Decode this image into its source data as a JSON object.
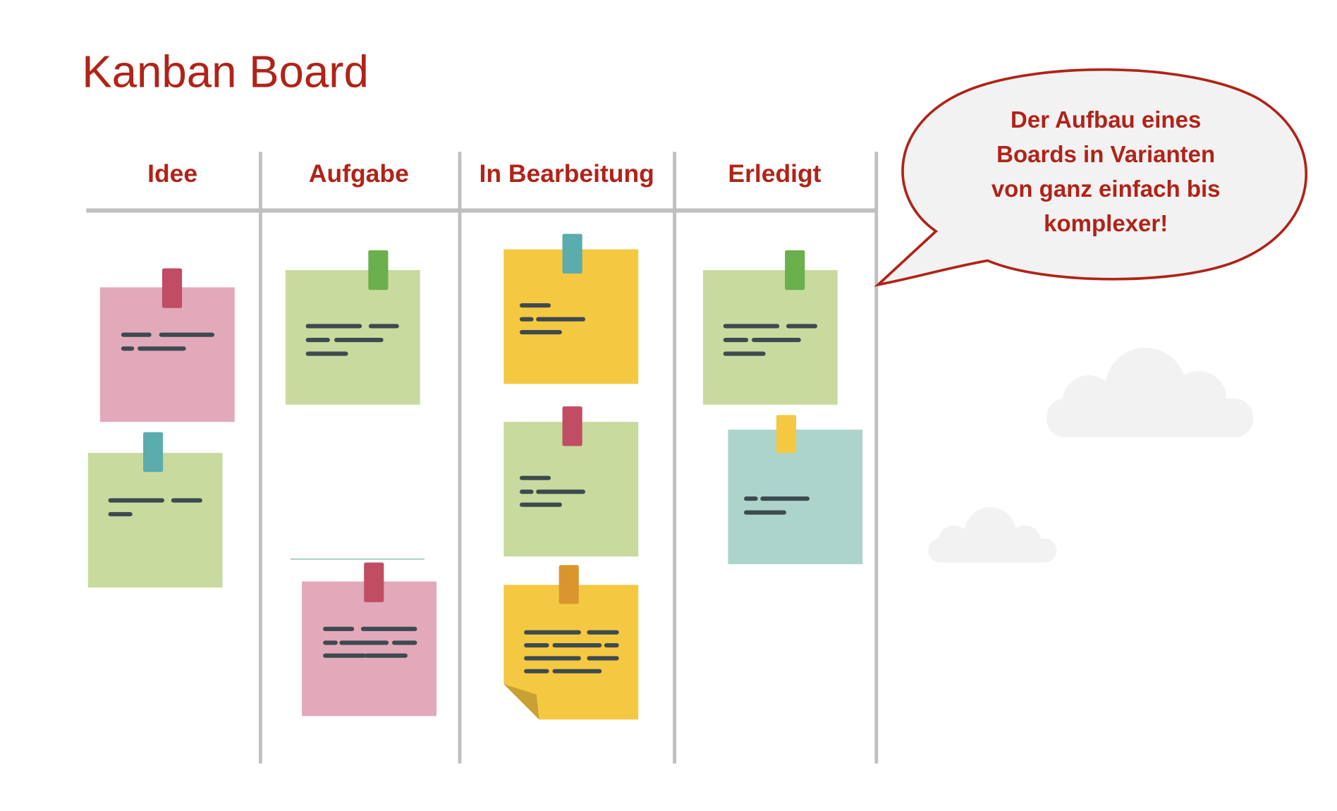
{
  "title": "Kanban Board",
  "columns": [
    {
      "label": "Idee"
    },
    {
      "label": "Aufgabe"
    },
    {
      "label": "In Bearbeitung"
    },
    {
      "label": "Erledigt"
    }
  ],
  "speech_bubble": {
    "lines": [
      "Der Aufbau eines",
      "Boards in Varianten",
      "von ganz einfach bis",
      "komplexer!"
    ]
  },
  "colors": {
    "accent": "#b02318",
    "note_pink": "#e2a9ba",
    "note_green": "#c8da9e",
    "note_yellow": "#f5c842",
    "note_teal": "#acd4ca",
    "grid": "#c0c0c0",
    "cloud": "#f2f2f2"
  }
}
